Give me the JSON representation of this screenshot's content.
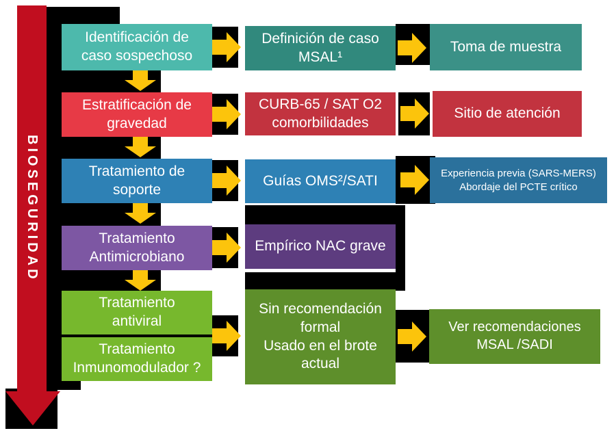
{
  "colors": {
    "arrow-red": "#c10e1f",
    "yellow": "#fcc40c",
    "shadow": "#000000",
    "text": "#ffffff",
    "teal-light": "#4db9ac",
    "teal": "#31897d",
    "teal-right": "#3b9187",
    "red-bright": "#e73a46",
    "red-dark": "#c2333f",
    "blue": "#2e81b5",
    "blue-right": "#2b719c",
    "purple-light": "#7d57a3",
    "purple-dark": "#5d3c7f",
    "green-bright": "#77b82d",
    "green-dark": "#5e8f2b"
  },
  "banner": {
    "label": "BIOSEGURIDAD"
  },
  "steps": {
    "identificacion": "Identificación de\ncaso sospechoso",
    "definicion": "Definición de caso\nMSAL¹",
    "toma": "Toma de muestra",
    "estratificacion": "Estratificación de\ngravedad",
    "curb": "CURB-65 / SAT O2\ncomorbilidades",
    "sitio": "Sitio de atención",
    "soporte": "Tratamiento de\nsoporte",
    "guias": "Guías OMS²/SATI",
    "experiencia": "Experiencia previa (SARS-MERS)\nAbordaje del PCTE crítico",
    "antimicrobiano": "Tratamiento\nAntimicrobiano",
    "empirico": "Empírico NAC grave",
    "antiviral": "Tratamiento\nantiviral",
    "inmunomodulador": "Tratamiento\nInmunomodulador ?",
    "sin_recomendacion": "Sin recomendación\nformal\nUsado en el brote\nactual",
    "ver_recomendaciones": "Ver recomendaciones\nMSAL /SADI"
  }
}
